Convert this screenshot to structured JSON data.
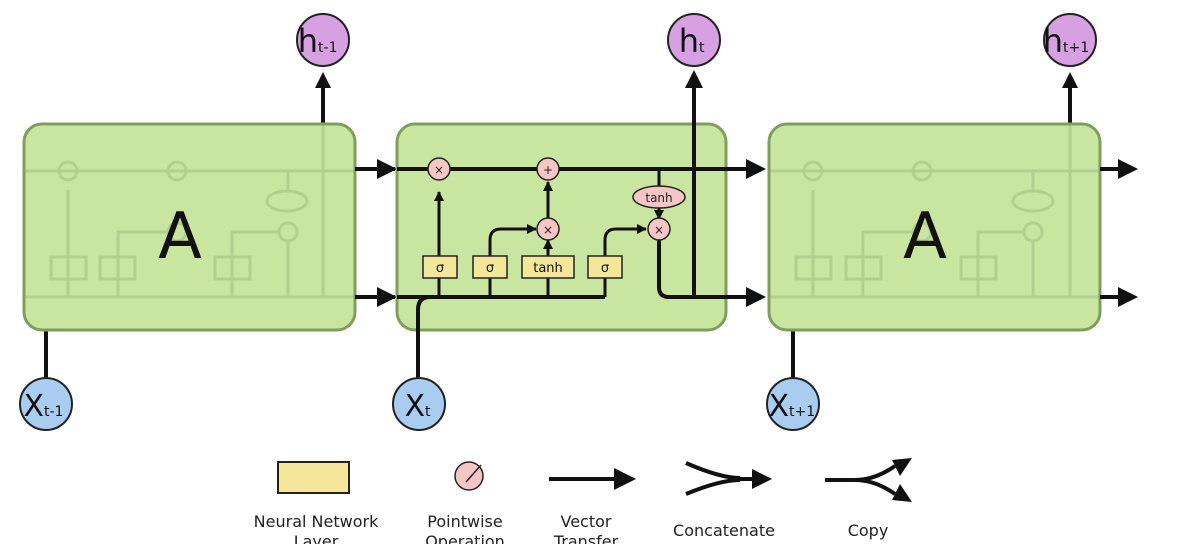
{
  "diagram": {
    "colors": {
      "cell_fill": "#c8e6a0",
      "cell_stroke": "#7e9f5c",
      "layer_fill": "#f5e79a",
      "layer_stroke": "#222222",
      "op_fill": "#f6c5c5",
      "h_fill": "#d7a0e3",
      "x_fill": "#a9cdf0",
      "line": "#111111"
    },
    "cells": [
      {
        "label": "A"
      },
      {
        "label": ""
      },
      {
        "label": "A"
      }
    ],
    "outputs": [
      {
        "main": "h",
        "sub": "t-1"
      },
      {
        "main": "h",
        "sub": "t"
      },
      {
        "main": "h",
        "sub": "t+1"
      }
    ],
    "inputs": [
      {
        "main": "X",
        "sub": "t-1"
      },
      {
        "main": "X",
        "sub": "t"
      },
      {
        "main": "X",
        "sub": "t+1"
      }
    ],
    "layers": [
      "σ",
      "σ",
      "tanh",
      "σ"
    ],
    "ops": {
      "forget_mult": "×",
      "add": "+",
      "input_mult": "×",
      "output_mult": "×",
      "tanh": "tanh"
    }
  },
  "legend": [
    {
      "id": "neural-network-layer",
      "line1": "Neural Network",
      "line2": "Layer"
    },
    {
      "id": "pointwise-operation",
      "line1": "Pointwise",
      "line2": "Operation"
    },
    {
      "id": "vector-transfer",
      "line1": "Vector",
      "line2": "Transfer"
    },
    {
      "id": "concatenate",
      "line1": "Concatenate",
      "line2": ""
    },
    {
      "id": "copy",
      "line1": "Copy",
      "line2": ""
    }
  ]
}
